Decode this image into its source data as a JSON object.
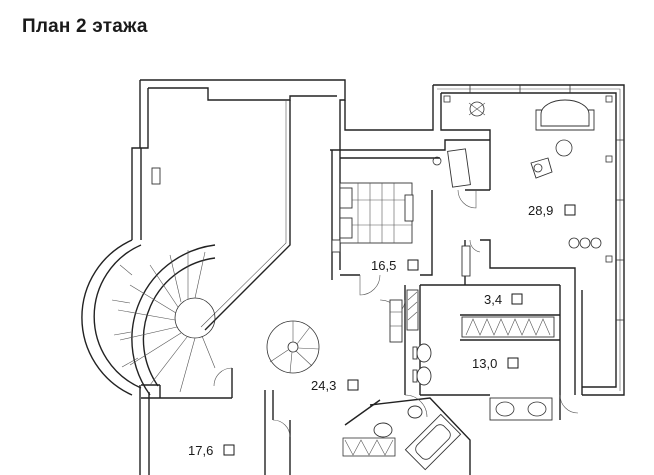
{
  "title": "План 2 этажа",
  "rooms": [
    {
      "id": "bedroom",
      "area": "16,5"
    },
    {
      "id": "living",
      "area": "28,9"
    },
    {
      "id": "closet",
      "area": "3,4"
    },
    {
      "id": "bathroom",
      "area": "13,0"
    },
    {
      "id": "hall",
      "area": "24,3"
    },
    {
      "id": "room-left",
      "area": "17,6"
    }
  ],
  "colors": {
    "line": "#222222",
    "background": "#ffffff"
  }
}
